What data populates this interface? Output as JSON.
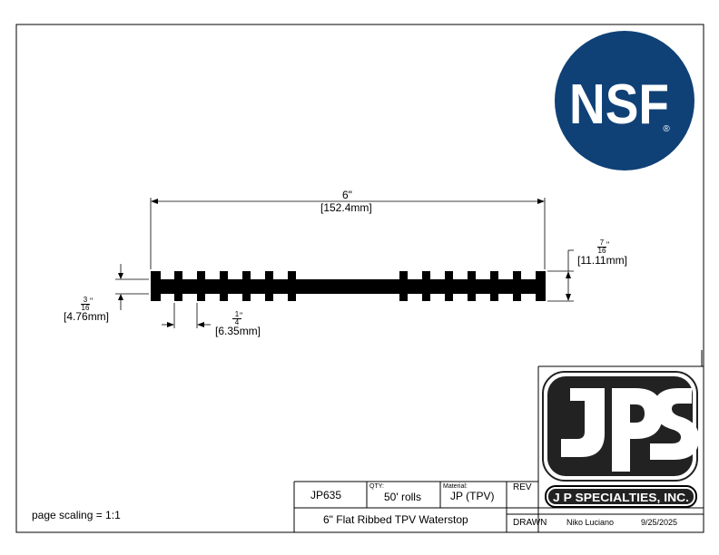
{
  "nsf_logo": {
    "text": "NSF",
    "registered": "®",
    "color": "#0f4177"
  },
  "company_logo": {
    "mark": "JPS",
    "name": "J P SPECIALTIES, INC."
  },
  "dimensions": {
    "width_in": "6\"",
    "width_mm": "[152.4mm]",
    "height_num": "7",
    "height_den": "16",
    "height_unit": "\"",
    "height_mm": "[11.11mm]",
    "thick_num": "3",
    "thick_den": "16",
    "thick_unit": "\"",
    "thick_mm": "[4.76mm]",
    "rib_num": "1",
    "rib_den": "4",
    "rib_unit": "\"",
    "rib_mm": "[6.35mm]"
  },
  "title_block": {
    "part_no": "JP635",
    "qty_label": "QTY:",
    "qty": "50' rolls",
    "material_label": "Material:",
    "material": "JP (TPV)",
    "rev_label": "REV",
    "description": "6\" Flat Ribbed TPV Waterstop",
    "drawn_label": "DRAWN",
    "drawn_by": "Niko Luciano",
    "date": "9/25/2025"
  },
  "page_scaling": "page scaling = 1:1"
}
